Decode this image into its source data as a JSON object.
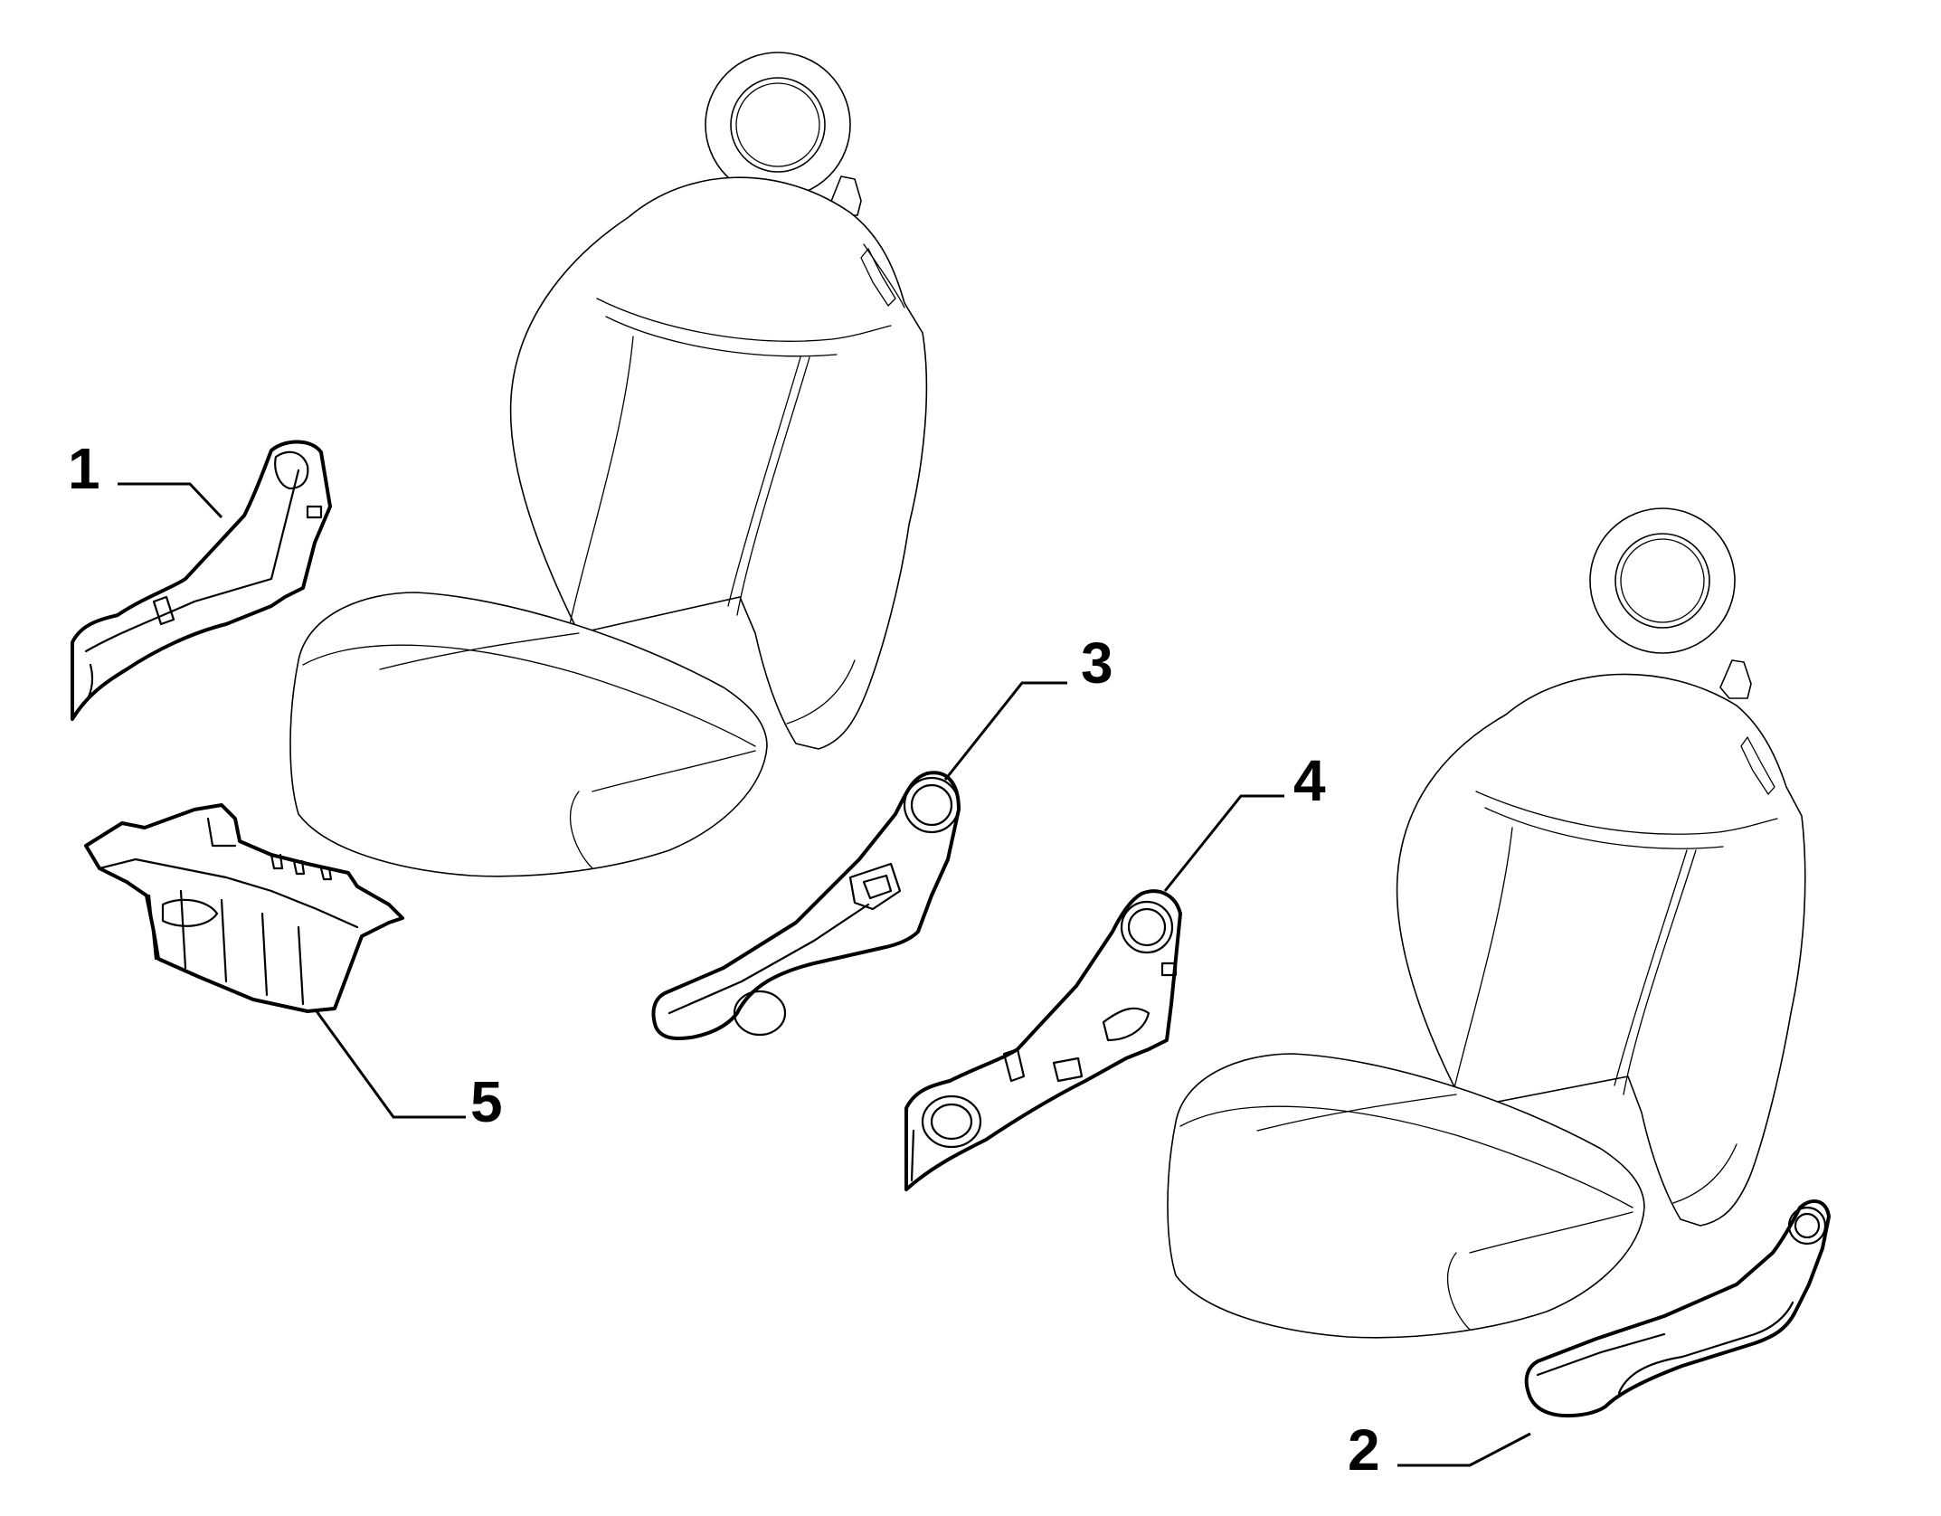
{
  "diagram": {
    "parts": [
      {
        "id": "1",
        "label": "1"
      },
      {
        "id": "2",
        "label": "2"
      },
      {
        "id": "3",
        "label": "3"
      },
      {
        "id": "4",
        "label": "4"
      },
      {
        "id": "5",
        "label": "5"
      }
    ],
    "colors": {
      "line": "#000000",
      "background": "#ffffff"
    }
  }
}
